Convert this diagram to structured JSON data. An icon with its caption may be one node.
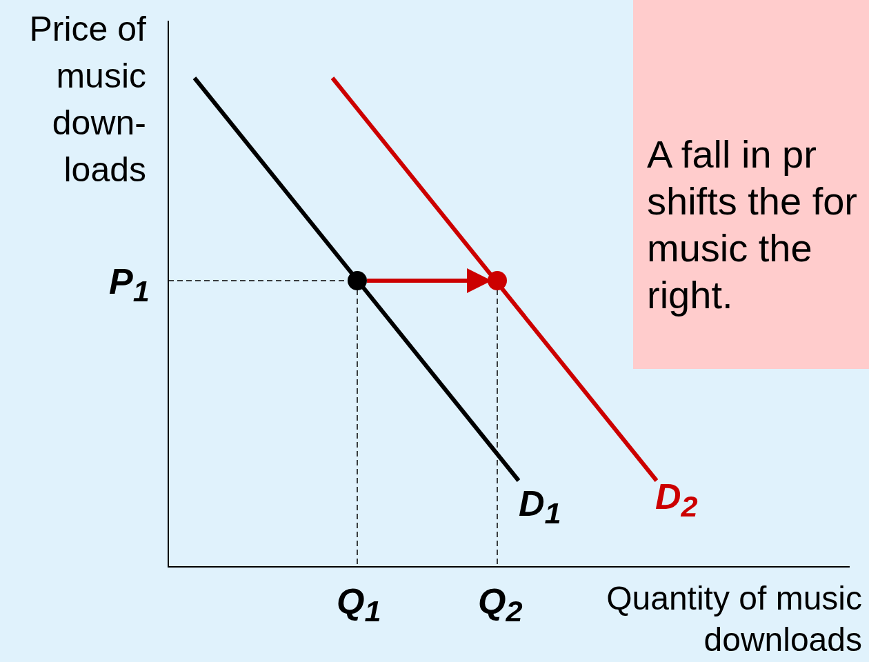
{
  "diagram": {
    "nodes": [
      {
        "text": [],
        "shape": "circle"
      },
      {
        "text": [],
        "shape": "circle"
      },
      {
        "text": [
          "A fall in pr shifts the for music the right."
        ]
      }
    ],
    "edges": [
      {
        "from": 0,
        "to": 1,
        "arrow": "to"
      }
    ],
    "labels": [
      "Price of music down- loads",
      "P$_{1}$",
      "D$_{1}$",
      "D$_{2}$",
      "Q$_{1}$",
      "Q$_{2}$",
      "Quantity of music downloads"
    ]
  }
}
